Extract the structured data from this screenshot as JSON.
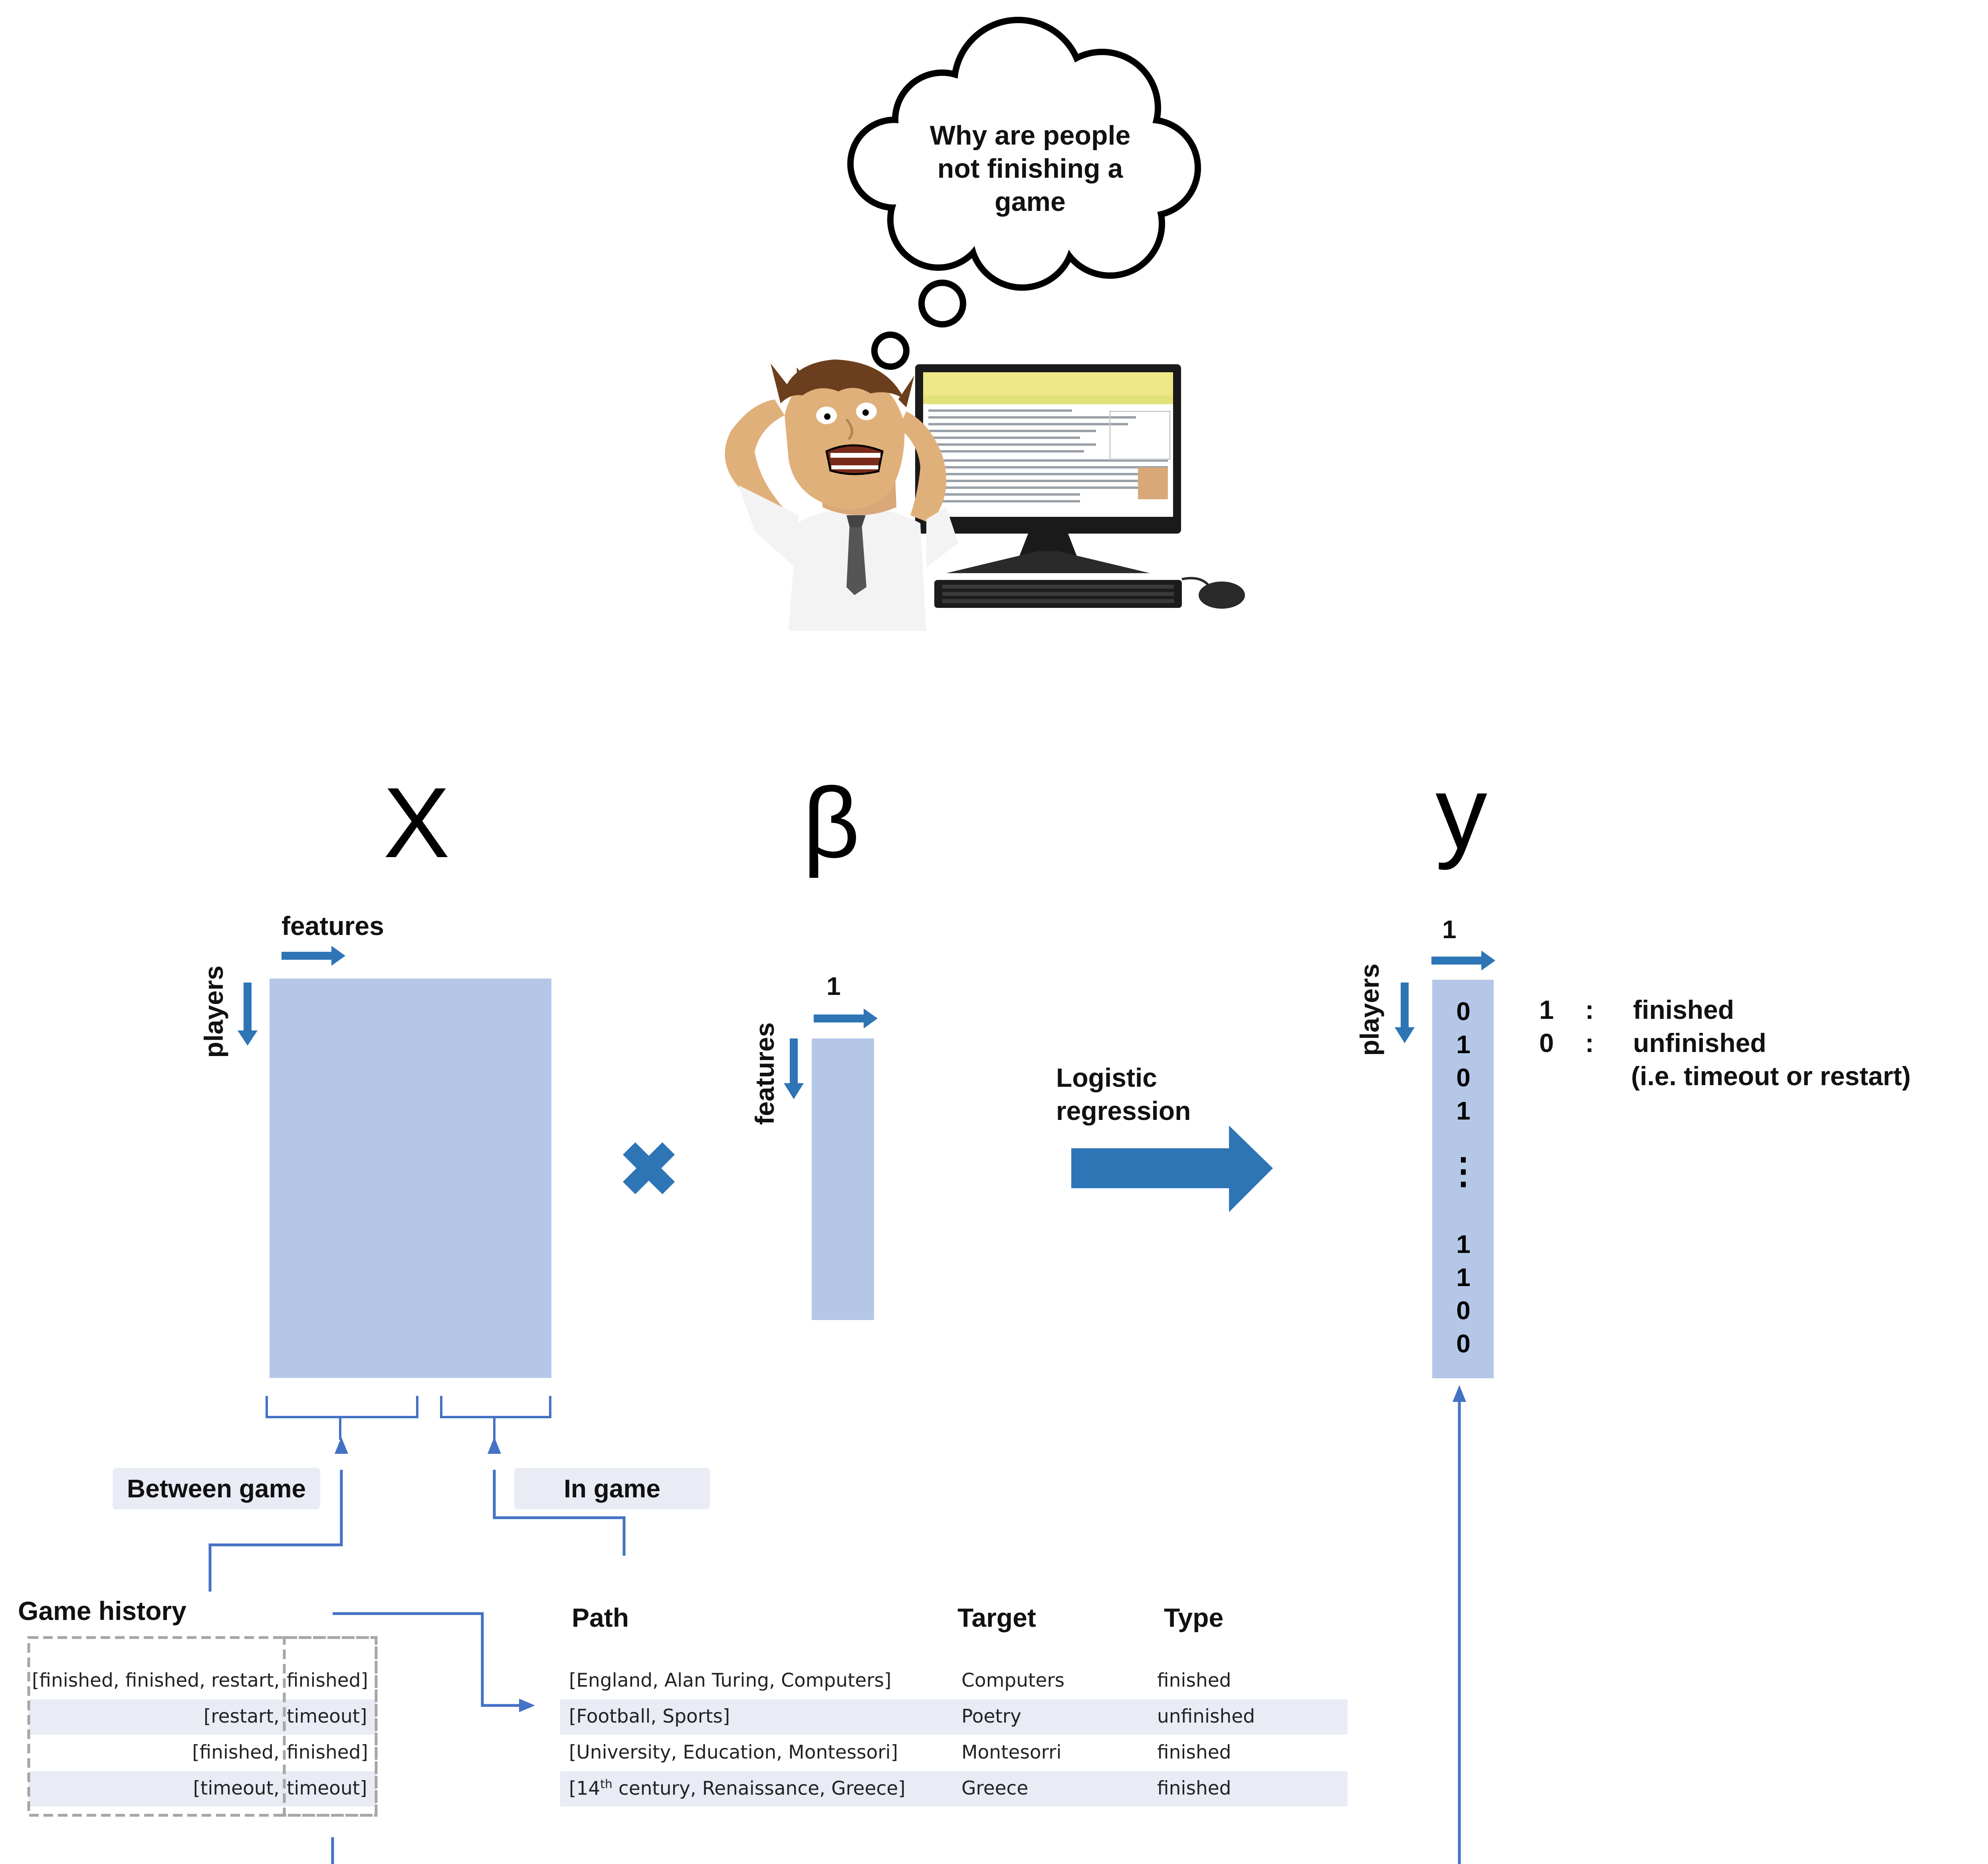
{
  "thought": {
    "line1": "Why are people",
    "line2": "not finishing a",
    "line3": "game"
  },
  "symbols": {
    "x": "X",
    "beta": "β",
    "y": "y"
  },
  "x_matrix": {
    "cols_label": "features",
    "rows_label": "players"
  },
  "beta_vector": {
    "cols_label": "1",
    "rows_label": "features"
  },
  "y_vector": {
    "cols_label": "1",
    "rows_label": "players",
    "values_top": [
      "0",
      "1",
      "0",
      "1"
    ],
    "ellipsis": "⋮",
    "values_bottom": [
      "1",
      "1",
      "0",
      "0"
    ]
  },
  "operator": "✖",
  "arrow_label": {
    "line1": "Logistic",
    "line2": "regression"
  },
  "legend": {
    "row1": {
      "key": "1",
      "sep": ":",
      "text": "finished"
    },
    "row2": {
      "key": "0",
      "sep": ":",
      "text": "unfinished"
    },
    "row3": "(i.e. timeout or restart)"
  },
  "feature_groups": {
    "between": "Between game",
    "in": "In game"
  },
  "game_history": {
    "title": "Game history",
    "rows": [
      {
        "left": "[finished, finished, restart,",
        "right": "finished]"
      },
      {
        "left": "[restart,",
        "right": "timeout]"
      },
      {
        "left": "[finished,",
        "right": "finished]"
      },
      {
        "left": "[timeout,",
        "right": "timeout]"
      }
    ]
  },
  "paths_table": {
    "headers": {
      "path": "Path",
      "target": "Target",
      "type": "Type"
    },
    "rows": [
      {
        "path": "[England, Alan Turing, Computers]",
        "target": "Computers",
        "type": "finished"
      },
      {
        "path": "[Football, Sports]",
        "target": "Poetry",
        "type": "unfinished"
      },
      {
        "path": "[University, Education, Montessori]",
        "target": "Montesorri",
        "type": "finished"
      },
      {
        "path_pre": "[14",
        "path_sup": "th",
        "path_post": " century, Renaissance, Greece]",
        "target": "Greece",
        "type": "finished"
      }
    ]
  },
  "colors": {
    "matrix_fill": "#b4c7e7",
    "arrow_blue": "#2e75b6",
    "connector_blue": "#4472c4",
    "row_band": "#e9ebf5",
    "tag_bg": "#e9ebf5"
  }
}
